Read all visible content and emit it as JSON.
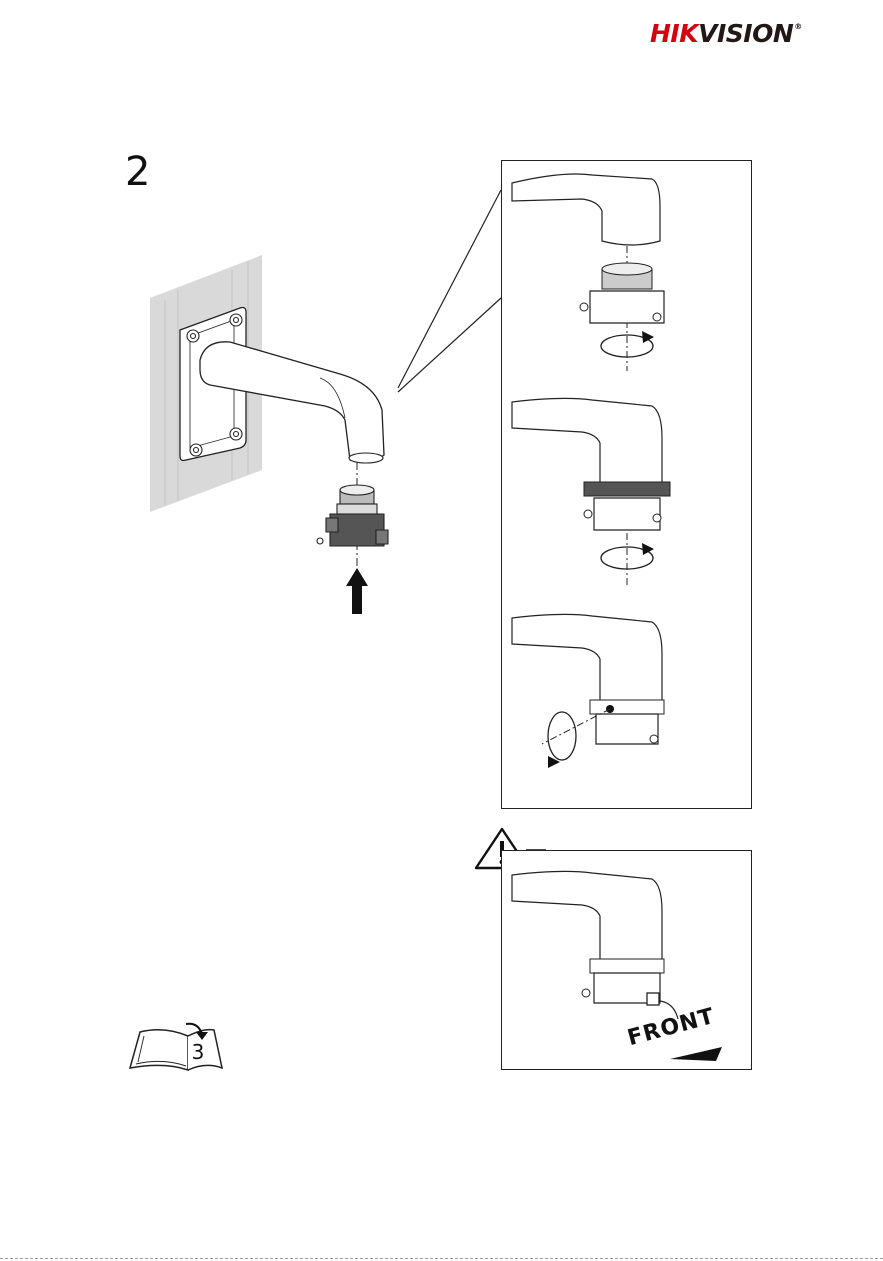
{
  "brand": {
    "part1": "HIK",
    "part2": "VISION",
    "registered": "®"
  },
  "step_number": "2",
  "detail_labels": {
    "front": "FRONT"
  },
  "next_page_number": "3",
  "icons": {
    "warning": "warning-triangle-icon",
    "rotate": "rotate-arrow-icon",
    "book": "open-book-icon",
    "arrow_up": "arrow-up-icon"
  },
  "colors": {
    "brand_red": "#d7000f",
    "brand_dark": "#231815",
    "line": "#222222",
    "wall": "#d9d9d9",
    "part_dark": "#555555"
  }
}
